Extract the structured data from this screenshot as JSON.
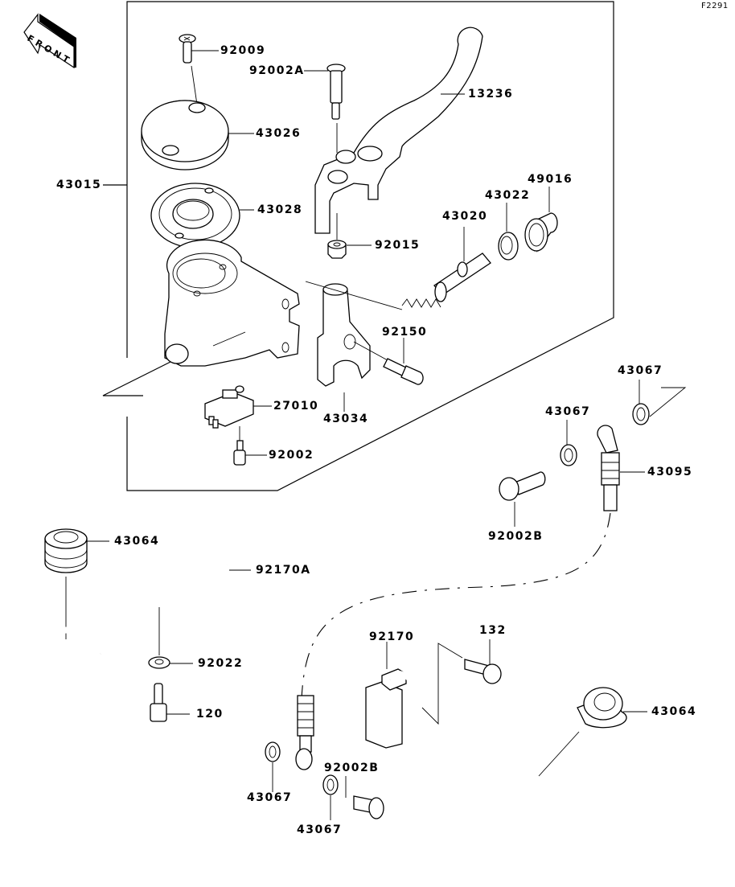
{
  "figure_id": "F2291",
  "direction_marker": "FRONT",
  "assembly": {
    "part_no": "43015"
  },
  "parts": [
    {
      "id": "p92009",
      "label": "92009"
    },
    {
      "id": "p92002a",
      "label": "92002A"
    },
    {
      "id": "p13236",
      "label": "13236"
    },
    {
      "id": "p43026",
      "label": "43026"
    },
    {
      "id": "p43015",
      "label": "43015"
    },
    {
      "id": "p43028",
      "label": "43028"
    },
    {
      "id": "p49016",
      "label": "49016"
    },
    {
      "id": "p43022",
      "label": "43022"
    },
    {
      "id": "p43020",
      "label": "43020"
    },
    {
      "id": "p92015",
      "label": "92015"
    },
    {
      "id": "p92150",
      "label": "92150"
    },
    {
      "id": "p27010",
      "label": "27010"
    },
    {
      "id": "p43034",
      "label": "43034"
    },
    {
      "id": "p92002",
      "label": "92002"
    },
    {
      "id": "p43067a",
      "label": "43067"
    },
    {
      "id": "p43067b",
      "label": "43067"
    },
    {
      "id": "p43095",
      "label": "43095"
    },
    {
      "id": "p92002b",
      "label": "92002B"
    },
    {
      "id": "p43064a",
      "label": "43064"
    },
    {
      "id": "p92170a",
      "label": "92170A"
    },
    {
      "id": "p92022",
      "label": "92022"
    },
    {
      "id": "p120",
      "label": "120"
    },
    {
      "id": "p92170",
      "label": "92170"
    },
    {
      "id": "p132",
      "label": "132"
    },
    {
      "id": "p43064b",
      "label": "43064"
    },
    {
      "id": "p43067c",
      "label": "43067"
    },
    {
      "id": "p92002b2",
      "label": "92002B"
    },
    {
      "id": "p43067d",
      "label": "43067"
    }
  ]
}
